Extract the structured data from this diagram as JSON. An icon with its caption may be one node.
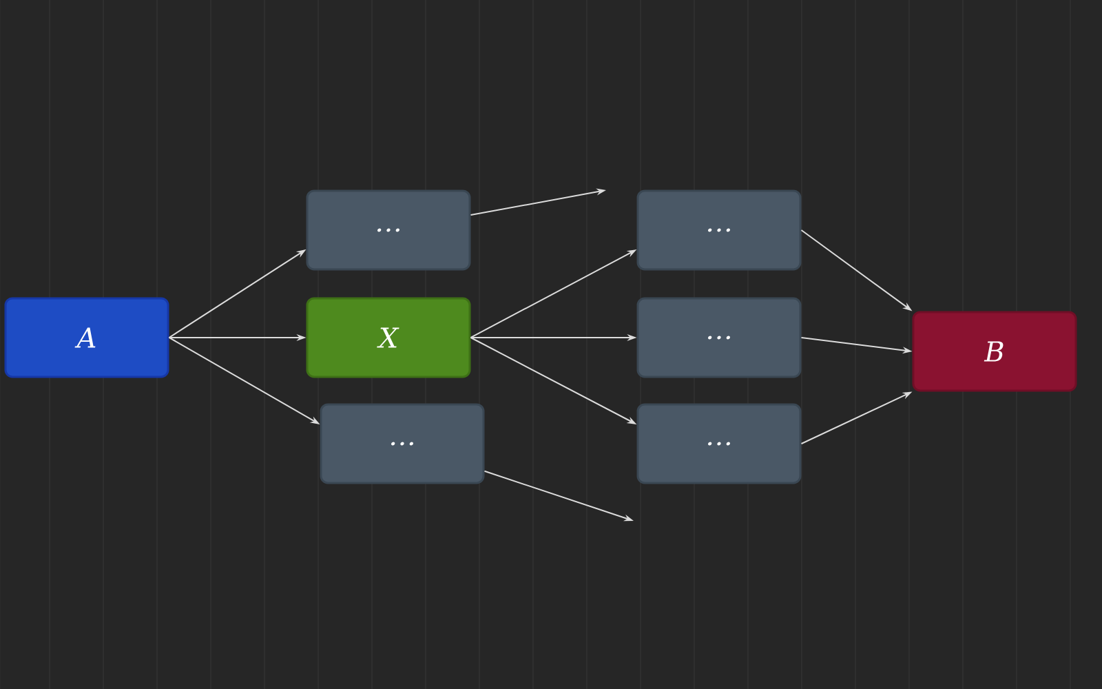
{
  "diagram": {
    "nodes": [
      {
        "text": [
          "A"
        ]
      },
      {
        "text": [
          "…"
        ]
      },
      {
        "text": [
          "X"
        ]
      },
      {
        "text": [
          "…"
        ]
      },
      {
        "text": [
          "…"
        ]
      },
      {
        "text": [
          "…"
        ]
      },
      {
        "text": [
          "…"
        ]
      },
      {
        "text": [
          "B"
        ]
      }
    ],
    "edges": [
      {
        "from": 0,
        "to": 1,
        "arrow": "to"
      },
      {
        "from": 0,
        "to": 2,
        "arrow": "to"
      },
      {
        "from": 0,
        "to": 3,
        "arrow": "to"
      },
      {
        "from": 1,
        "to": null,
        "arrow": "to"
      },
      {
        "from": 2,
        "to": 4,
        "arrow": "to"
      },
      {
        "from": 2,
        "to": 5,
        "arrow": "to"
      },
      {
        "from": 2,
        "to": 6,
        "arrow": "to"
      },
      {
        "from": 3,
        "to": null,
        "arrow": "to"
      },
      {
        "from": 4,
        "to": 7,
        "arrow": "to"
      },
      {
        "from": 5,
        "to": 7,
        "arrow": "to"
      },
      {
        "from": 6,
        "to": 7,
        "arrow": "to"
      }
    ]
  }
}
